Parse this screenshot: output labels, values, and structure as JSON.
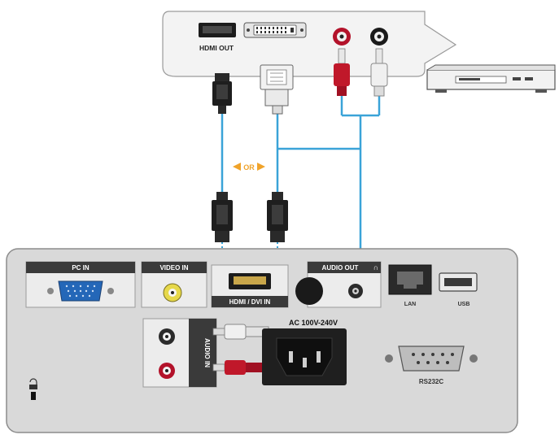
{
  "source_device": {
    "hdmi_out_label": "HDMI OUT"
  },
  "middle_label": "OR",
  "panel": {
    "pc_in_label": "PC IN",
    "video_in_label": "VIDEO IN",
    "hdmi_dvi_in_label": "HDMI / DVI IN",
    "audio_out_label": "AUDIO OUT",
    "audio_in_label": "AUDIO IN",
    "ac_label": "AC 100V-240V",
    "lan_label": "LAN",
    "usb_label": "USB",
    "rs232c_label": "RS232C"
  },
  "colors": {
    "cable_blue": "#3aa3d8",
    "rca_red": "#c0182a",
    "rca_white": "#e8e8e8",
    "video_yellow": "#e6d84a",
    "panel_grey": "#d9d9d9",
    "arrow_orange": "#f0a32a"
  }
}
